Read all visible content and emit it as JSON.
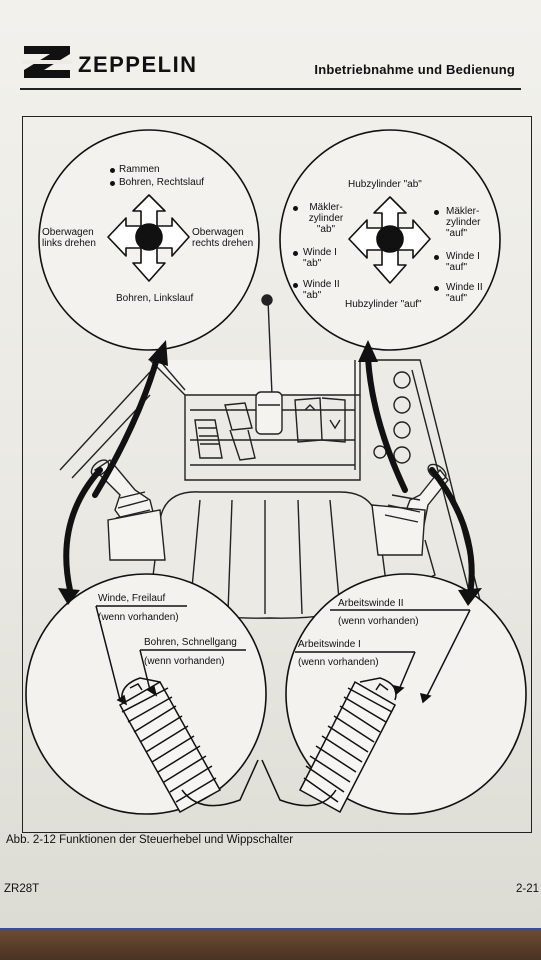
{
  "header": {
    "brand": "ZEPPELIN",
    "section_title": "Inbetriebnahme und Bedienung"
  },
  "figure": {
    "caption": "Abb. 2-12  Funktionen der Steuerhebel und Wippschalter",
    "left_lever": {
      "top_items": [
        "Rammen",
        "Bohren, Rechtslauf"
      ],
      "left": [
        "Oberwagen",
        "links drehen"
      ],
      "right": [
        "Oberwagen",
        "rechts drehen"
      ],
      "bottom": "Bohren, Linkslauf"
    },
    "right_lever": {
      "top": "Hubzylinder \"ab\"",
      "bottom": "Hubzylinder \"auf\"",
      "left_items": [
        [
          "Mäkler-",
          "zylinder",
          "\"ab\""
        ],
        [
          "Winde I",
          "\"ab\""
        ],
        [
          "Winde II",
          "\"ab\""
        ]
      ],
      "right_items": [
        [
          "Mäkler-",
          "zylinder",
          "\"auf\""
        ],
        [
          "Winde I",
          "\"auf\""
        ],
        [
          "Winde II",
          "\"auf\""
        ]
      ]
    },
    "left_switch": {
      "label1": "Winde, Freilauf",
      "note1": "(wenn vorhanden)",
      "label2": "Bohren, Schnellgang",
      "note2": "(wenn vorhanden)"
    },
    "right_switch": {
      "label1": "Arbeitswinde II",
      "note1": "(wenn vorhanden)",
      "label2": "Arbeitswinde I",
      "note2": "(wenn vorhanden)"
    }
  },
  "footer": {
    "model": "ZR28T",
    "page": "2-21"
  }
}
